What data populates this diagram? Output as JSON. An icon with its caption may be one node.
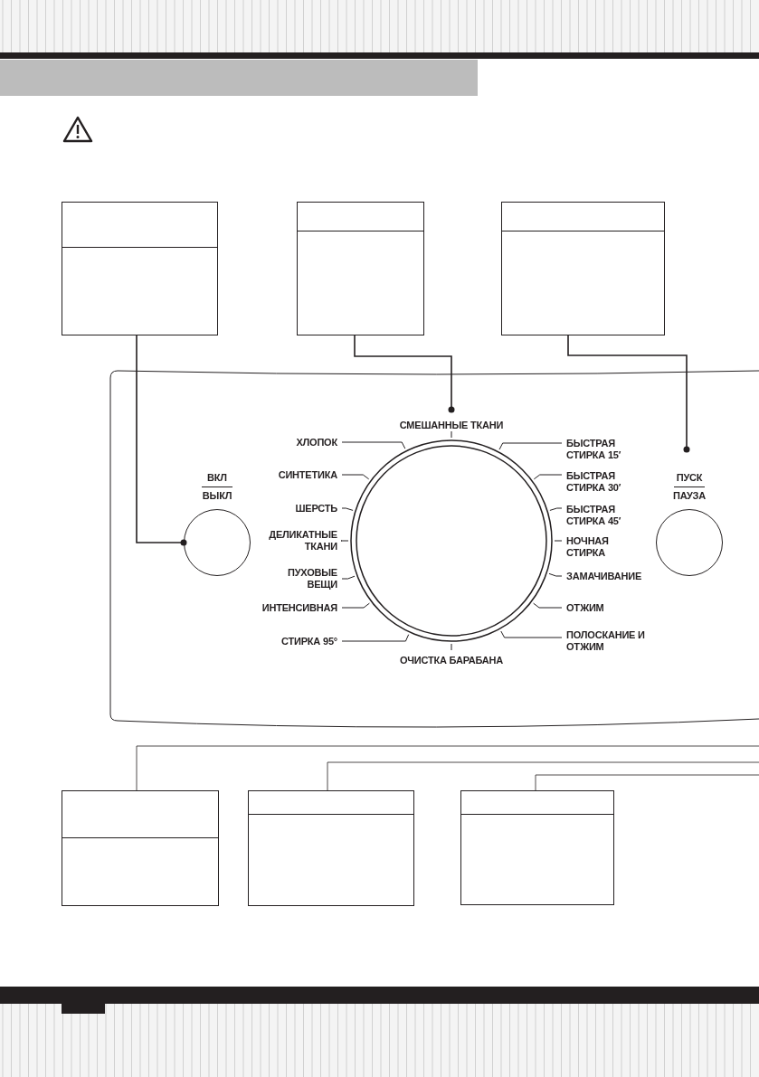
{
  "diagram": {
    "nodes": [
      {
        "text": [],
        "shape": "box"
      },
      {
        "text": [],
        "shape": "box"
      },
      {
        "text": [],
        "shape": "box"
      },
      {
        "text": [
          "ВКЛ",
          "ВЫКЛ"
        ]
      },
      {
        "text": [],
        "shape": "circle"
      },
      {
        "text": [
          "ПУСК",
          "ПАУЗА"
        ]
      },
      {
        "text": [],
        "shape": "box"
      },
      {
        "text": [],
        "shape": "box"
      },
      {
        "text": [],
        "shape": "box"
      }
    ],
    "edges": [
      {
        "from": 0,
        "to": 3,
        "arrow": "other"
      },
      {
        "from": 1,
        "to": 4,
        "arrow": "other"
      },
      {
        "from": 2,
        "to": 5,
        "arrow": "other"
      },
      {
        "from": 6,
        "to": null,
        "arrow": "none"
      },
      {
        "from": 7,
        "to": null,
        "arrow": "none"
      },
      {
        "from": 8,
        "to": null,
        "arrow": "none"
      }
    ],
    "labels": [
      "СМЕШАННЫЕ ТКАНИ",
      "ХЛОПОК",
      "БЫСТРАЯ СТИРКА 15′",
      "СИНТЕТИКА",
      "БЫСТРАЯ СТИРКА 30′",
      "ШЕРСТЬ",
      "БЫСТРАЯ СТИРКА 45′",
      "ДЕЛИКАТНЫЕ ТКАНИ",
      "НОЧНАЯ СТИРКА",
      "ПУХОВЫЕ ВЕЩИ",
      "ЗАМАЧИВАНИЕ",
      "ИНТЕНСИВНАЯ",
      "ОТЖИМ",
      "СТИРКА 95°",
      "ПОЛОСКАНИЕ И ОТЖИМ",
      "ОЧИСТКА БАРАБАНА"
    ]
  }
}
